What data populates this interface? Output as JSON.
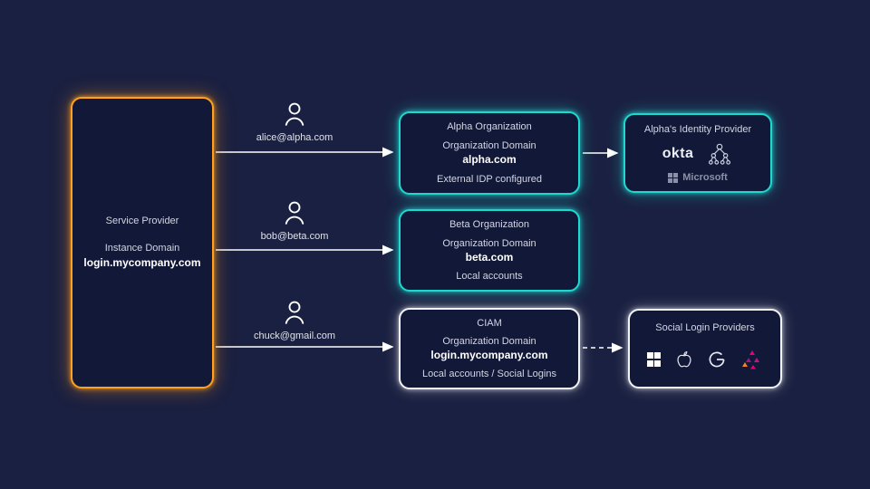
{
  "colors": {
    "background": "#1a2041",
    "box_fill": "#121838",
    "orange_accent": "#ffa11e",
    "teal_accent": "#1ed8cf",
    "white_accent": "#f2f3f7",
    "arrow": "#ffffff"
  },
  "service_provider": {
    "title": "Service Provider",
    "domain_label": "Instance Domain",
    "domain": "login.mycompany.com"
  },
  "users": [
    {
      "email": "alice@alpha.com",
      "icon": "person-icon"
    },
    {
      "email": "bob@beta.com",
      "icon": "person-icon"
    },
    {
      "email": "chuck@gmail.com",
      "icon": "person-icon"
    }
  ],
  "organizations": [
    {
      "title": "Alpha Organization",
      "domain_label": "Organization Domain",
      "domain": "alpha.com",
      "note": "External IDP configured",
      "accent": "#1ed8cf"
    },
    {
      "title": "Beta Organization",
      "domain_label": "Organization Domain",
      "domain": "beta.com",
      "note": "Local accounts",
      "accent": "#1ed8cf"
    },
    {
      "title": "CIAM",
      "domain_label": "Organization Domain",
      "domain": "login.mycompany.com",
      "note": "Local accounts / Social Logins",
      "accent": "#f2f3f7"
    }
  ],
  "identity_provider": {
    "title": "Alpha's Identity Provider",
    "okta_label": "okta",
    "directory_icon": "directory-tree-icon",
    "microsoft_label": "Microsoft"
  },
  "social_providers": {
    "title": "Social  Login Providers",
    "icons": [
      "microsoft-grid-icon",
      "apple-icon",
      "google-icon",
      "social-triangle-icon"
    ]
  }
}
